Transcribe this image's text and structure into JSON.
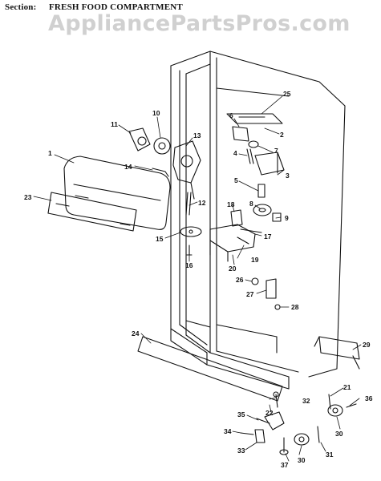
{
  "header": {
    "section_label": "Section:",
    "section_title": "FRESH FOOD COMPARTMENT"
  },
  "watermark": "AppliancePartsPros.com",
  "callouts": [
    "1",
    "2",
    "3",
    "4",
    "5",
    "6",
    "7",
    "8",
    "9",
    "10",
    "11",
    "12",
    "13",
    "14",
    "15",
    "16",
    "17",
    "18",
    "19",
    "20",
    "21",
    "22",
    "23",
    "24",
    "25",
    "26",
    "27",
    "28",
    "29",
    "30",
    "30",
    "31",
    "32",
    "33",
    "34",
    "35",
    "36",
    "37"
  ],
  "colors": {
    "line": "#111111",
    "watermark": "#969696"
  }
}
